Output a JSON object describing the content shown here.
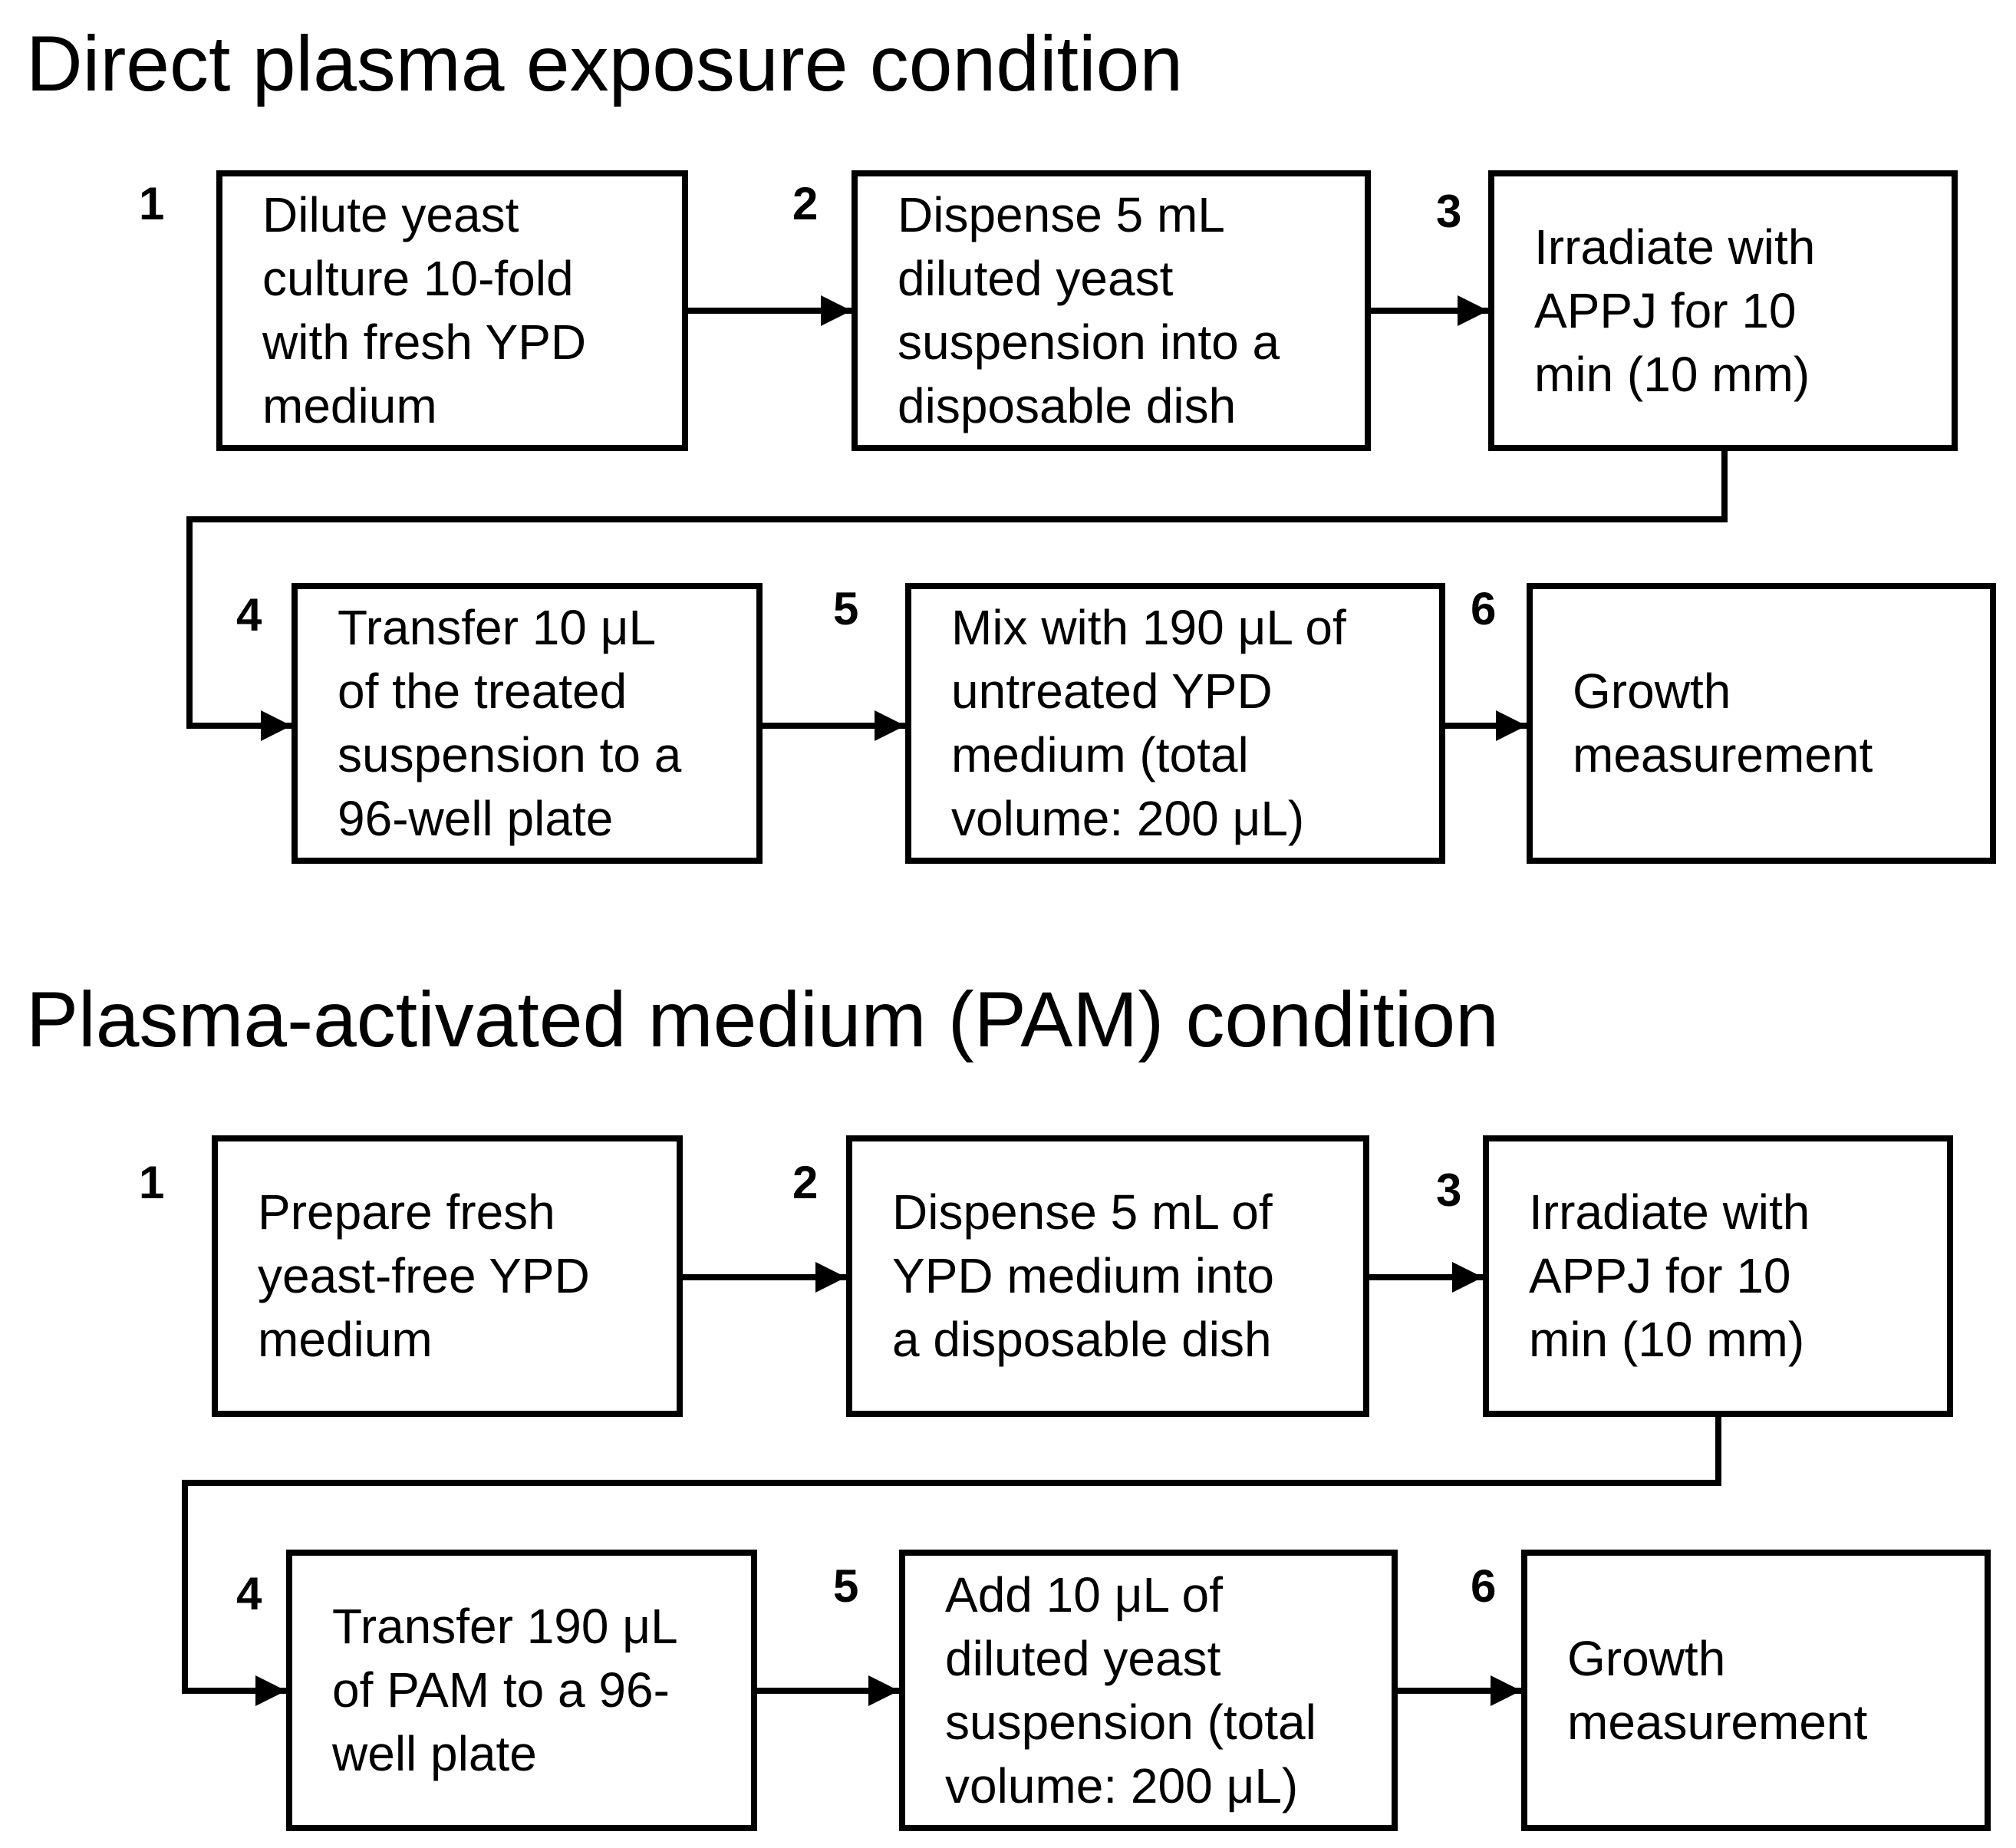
{
  "sections": [
    {
      "title": "Direct plasma exposure condition",
      "steps": [
        {
          "num": "1",
          "text": "Dilute yeast\nculture 10-fold\nwith fresh YPD\nmedium"
        },
        {
          "num": "2",
          "text": "Dispense 5 mL\ndiluted yeast\nsuspension into a\ndisposable dish"
        },
        {
          "num": "3",
          "text": "Irradiate with\nAPPJ for 10\nmin (10 mm)"
        },
        {
          "num": "4",
          "text": "Transfer 10 μL\nof the treated\nsuspension to a\n96-well plate"
        },
        {
          "num": "5",
          "text": "Mix with 190 μL of\nuntreated YPD\nmedium (total\nvolume: 200 μL)"
        },
        {
          "num": "6",
          "text": "Growth\nmeasurement"
        }
      ]
    },
    {
      "title": "Plasma-activated medium (PAM) condition",
      "steps": [
        {
          "num": "1",
          "text": "Prepare fresh\nyeast-free YPD\nmedium"
        },
        {
          "num": "2",
          "text": "Dispense 5 mL of\nYPD medium into\na disposable dish"
        },
        {
          "num": "3",
          "text": "Irradiate with\nAPPJ for 10\nmin (10 mm)"
        },
        {
          "num": "4",
          "text": "Transfer 190 μL\nof PAM to a 96-\nwell plate"
        },
        {
          "num": "5",
          "text": "Add 10 μL of\ndiluted yeast\nsuspension (total\nvolume: 200 μL)"
        },
        {
          "num": "6",
          "text": "Growth\nmeasurement"
        }
      ]
    }
  ]
}
